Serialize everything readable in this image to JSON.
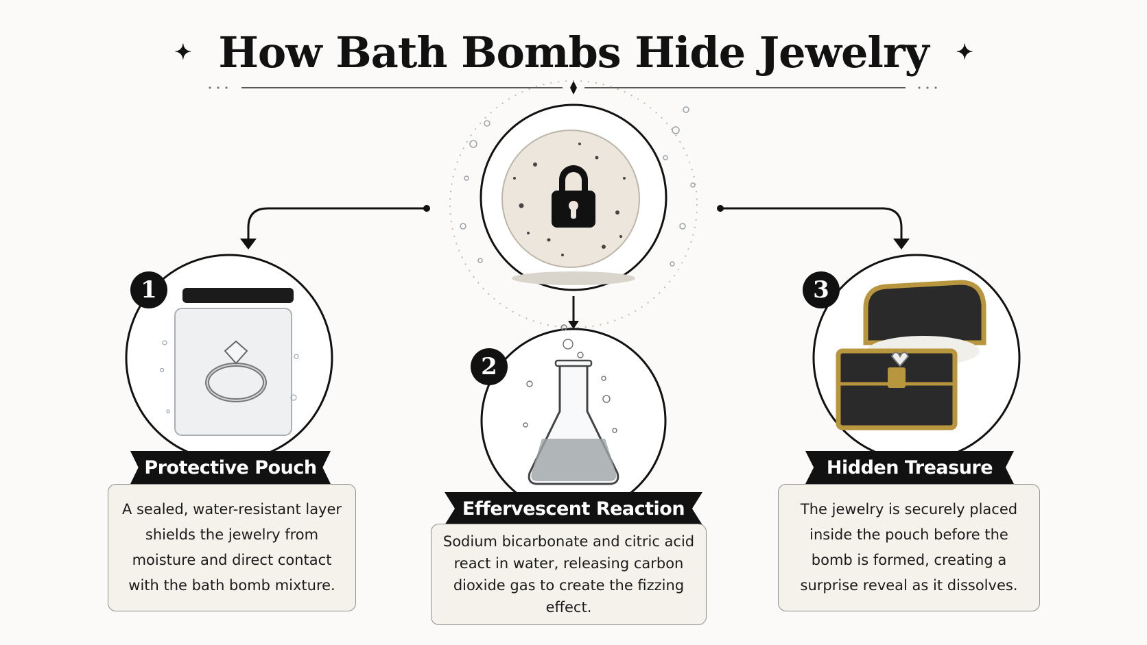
{
  "title": "How Bath Bombs Hide Jewelry",
  "steps": [
    {
      "number": "1",
      "label": "Protective Pouch",
      "description": "A sealed, water-resistant layer shields the jewelry from moisture and direct contact with the bath bomb mixture."
    },
    {
      "number": "2",
      "label": "Effervescent Reaction",
      "description": "Sodium bicarbonate and citric acid react in water, releasing carbon dioxide gas to create the fizzing effect."
    },
    {
      "number": "3",
      "label": "Hidden Treasure",
      "description": "The jewelry is securely placed inside the pouch before the bomb is formed, creating a surprise reveal as it dissolves."
    }
  ],
  "icons": {
    "center": "locked-bath-bomb-icon",
    "step1": "sealed-pouch-ring-icon",
    "step2": "fizzing-flask-icon",
    "step3": "treasure-chest-icon"
  },
  "colors": {
    "ink": "#111111",
    "panel": "#f5f1eb",
    "gold": "#b8963e",
    "bomb": "#ece6dc"
  }
}
